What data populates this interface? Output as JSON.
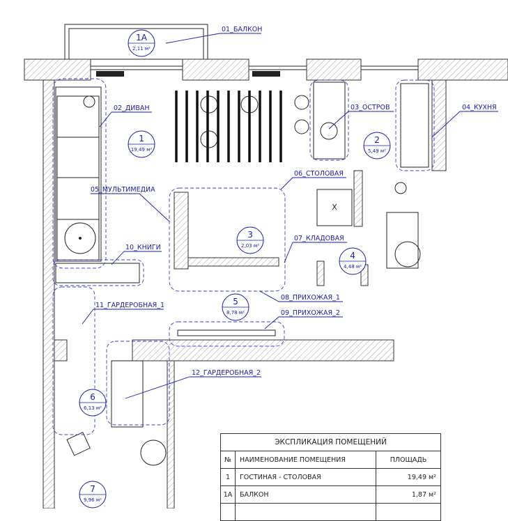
{
  "rooms": [
    {
      "num": "1A",
      "area": "2,11 м²"
    },
    {
      "num": "1",
      "area": "19,49 м²"
    },
    {
      "num": "2",
      "area": "5,49 м²"
    },
    {
      "num": "3",
      "area": "2,03 м²"
    },
    {
      "num": "4",
      "area": "4,48 м²"
    },
    {
      "num": "5",
      "area": "8,78 м²"
    },
    {
      "num": "6",
      "area": "6,13 м²"
    },
    {
      "num": "7",
      "area": "9,96 м²"
    }
  ],
  "labels": {
    "l01": "01_БАЛКОН",
    "l02": "02_ДИВАН",
    "l03": "03_ОСТРОВ",
    "l04": "04_КУХНЯ",
    "l05": "05_МУЛЬТИМЕДИА",
    "l06": "06_СТОЛОВАЯ",
    "l07": "07_КЛАДОВАЯ",
    "l08": "08_ПРИХОЖАЯ_1",
    "l09": "09_ПРИХОЖАЯ_2",
    "l10": "10_КНИГИ",
    "l11": "11_ГАРДЕРОБНАЯ_1",
    "l12": "12_ГАРДЕРОБНАЯ_2"
  },
  "box_mark": "X",
  "table": {
    "title": "ЭКСПЛИКАЦИЯ ПОМЕЩЕНИЙ",
    "headers": [
      "№",
      "НАИМЕНОВАНИЕ ПОМЕЩЕНИЯ",
      "ПЛОЩАДЬ"
    ],
    "rows": [
      [
        "1",
        "ГОСТИНАЯ - СТОЛОВАЯ",
        "19,49 м²"
      ],
      [
        "1A",
        "БАЛКОН",
        "1,87 м²"
      ]
    ]
  },
  "colors": {
    "annotation": "#1a1aa8",
    "wall": "#333333"
  }
}
